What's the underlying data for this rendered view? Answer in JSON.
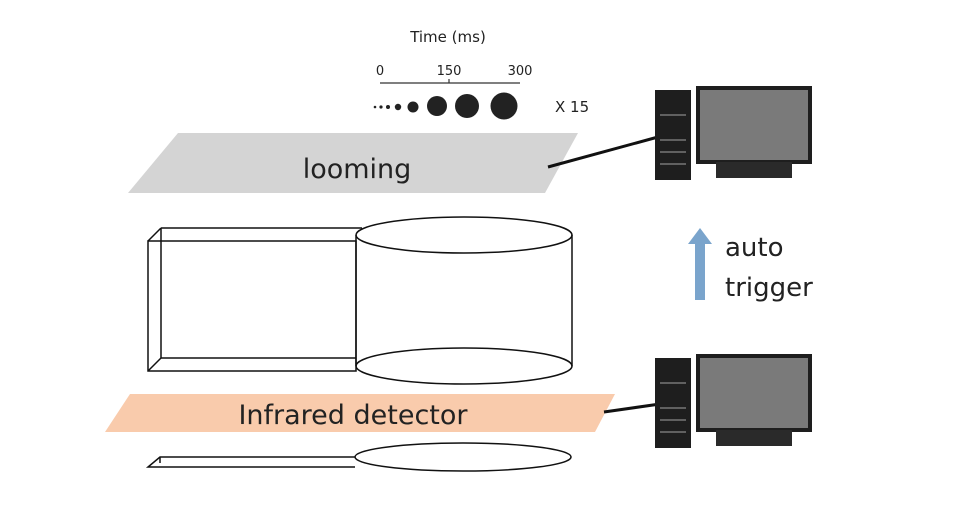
{
  "timeline": {
    "title": "Time (ms)",
    "ticks": [
      "0",
      "150",
      "300"
    ],
    "repeat_label": "X 15"
  },
  "looming": {
    "label": "looming",
    "color": "#d4d4d4"
  },
  "detector": {
    "label": "Infrared detector",
    "color": "#f9cbac"
  },
  "trigger": {
    "line1": "auto",
    "line2": "trigger",
    "arrow_color": "#7aa4cc"
  },
  "icons": {
    "computer_top": "computer-icon",
    "computer_bottom": "computer-icon"
  }
}
